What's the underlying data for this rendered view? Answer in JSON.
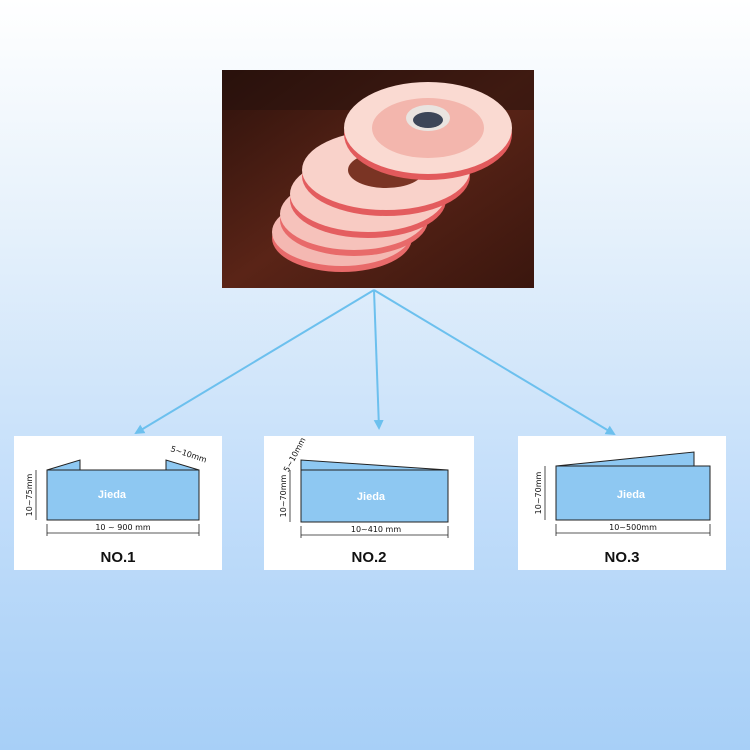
{
  "photo": {
    "subject": "stacked rolls of pink sealing tape"
  },
  "colors": {
    "tape_panel": "#8ec8f2",
    "connector": "#6cc0ee",
    "background_bottom": "#a7cff7"
  },
  "types": [
    {
      "caption": "NO.1",
      "brand": "Jieda",
      "height": "10~75mm",
      "length": "10 ~ 900 mm",
      "flap": "5~10mm"
    },
    {
      "caption": "NO.2",
      "brand": "Jieda",
      "height": "10~70mm",
      "length": "10~410 mm",
      "flap": "5~10mm"
    },
    {
      "caption": "NO.3",
      "brand": "Jieda",
      "height": "10~70mm",
      "length": "10~500mm"
    }
  ]
}
